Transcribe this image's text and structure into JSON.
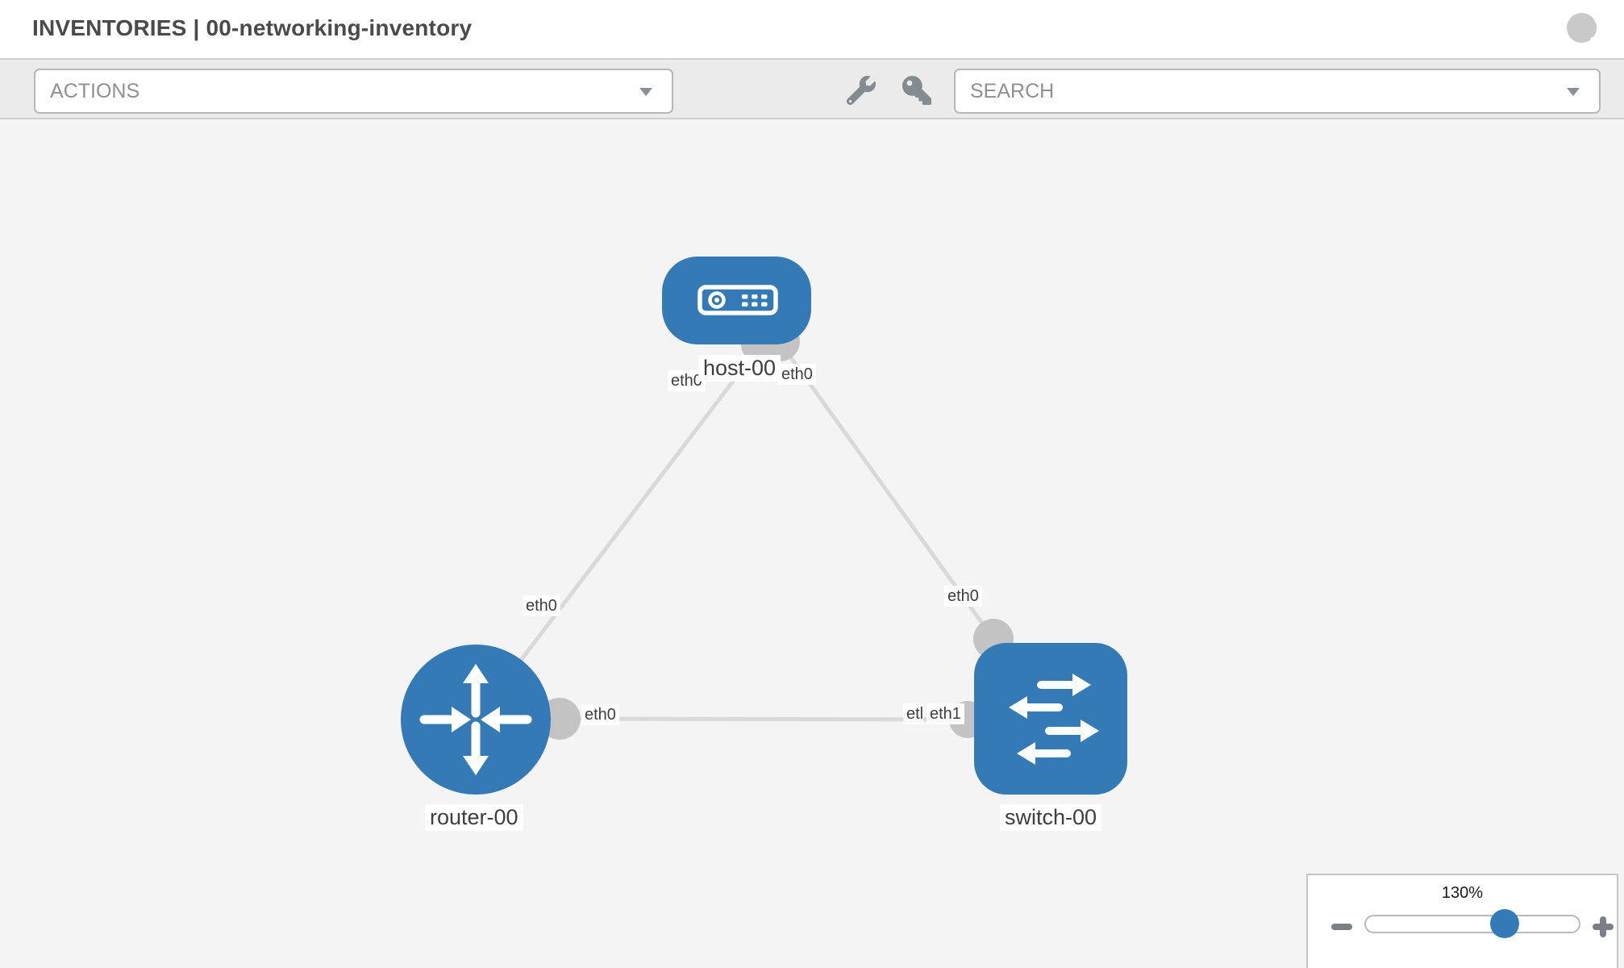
{
  "header": {
    "title": "INVENTORIES | 00-networking-inventory"
  },
  "toolbar": {
    "actions_label": "ACTIONS",
    "search_label": "SEARCH"
  },
  "topology": {
    "nodes": [
      {
        "label": "host-00",
        "type": "host"
      },
      {
        "label": "router-00",
        "type": "router"
      },
      {
        "label": "switch-00",
        "type": "switch"
      }
    ],
    "interface_labels": [
      {
        "text": "eth0",
        "location": "below host-00, left"
      },
      {
        "text": "eth0",
        "location": "below host-00, right"
      },
      {
        "text": "eth0",
        "location": "host-router link, router side"
      },
      {
        "text": "eth0",
        "location": "host-switch link, switch side"
      },
      {
        "text": "eth0",
        "location": "router-switch link, router side"
      },
      {
        "text": "etl",
        "location": "router-switch link, switch side (partially covered label)"
      },
      {
        "text": "eth1",
        "location": "router-switch link, switch side"
      }
    ]
  },
  "zoom_control": {
    "level": "130%"
  },
  "colors": {
    "node_blue": "#337ab7",
    "link_gray": "#d9d9d9",
    "interface_gray": "#c3c3c3",
    "toolbar_bg": "#ebebeb",
    "canvas_bg": "#f4f4f4"
  }
}
